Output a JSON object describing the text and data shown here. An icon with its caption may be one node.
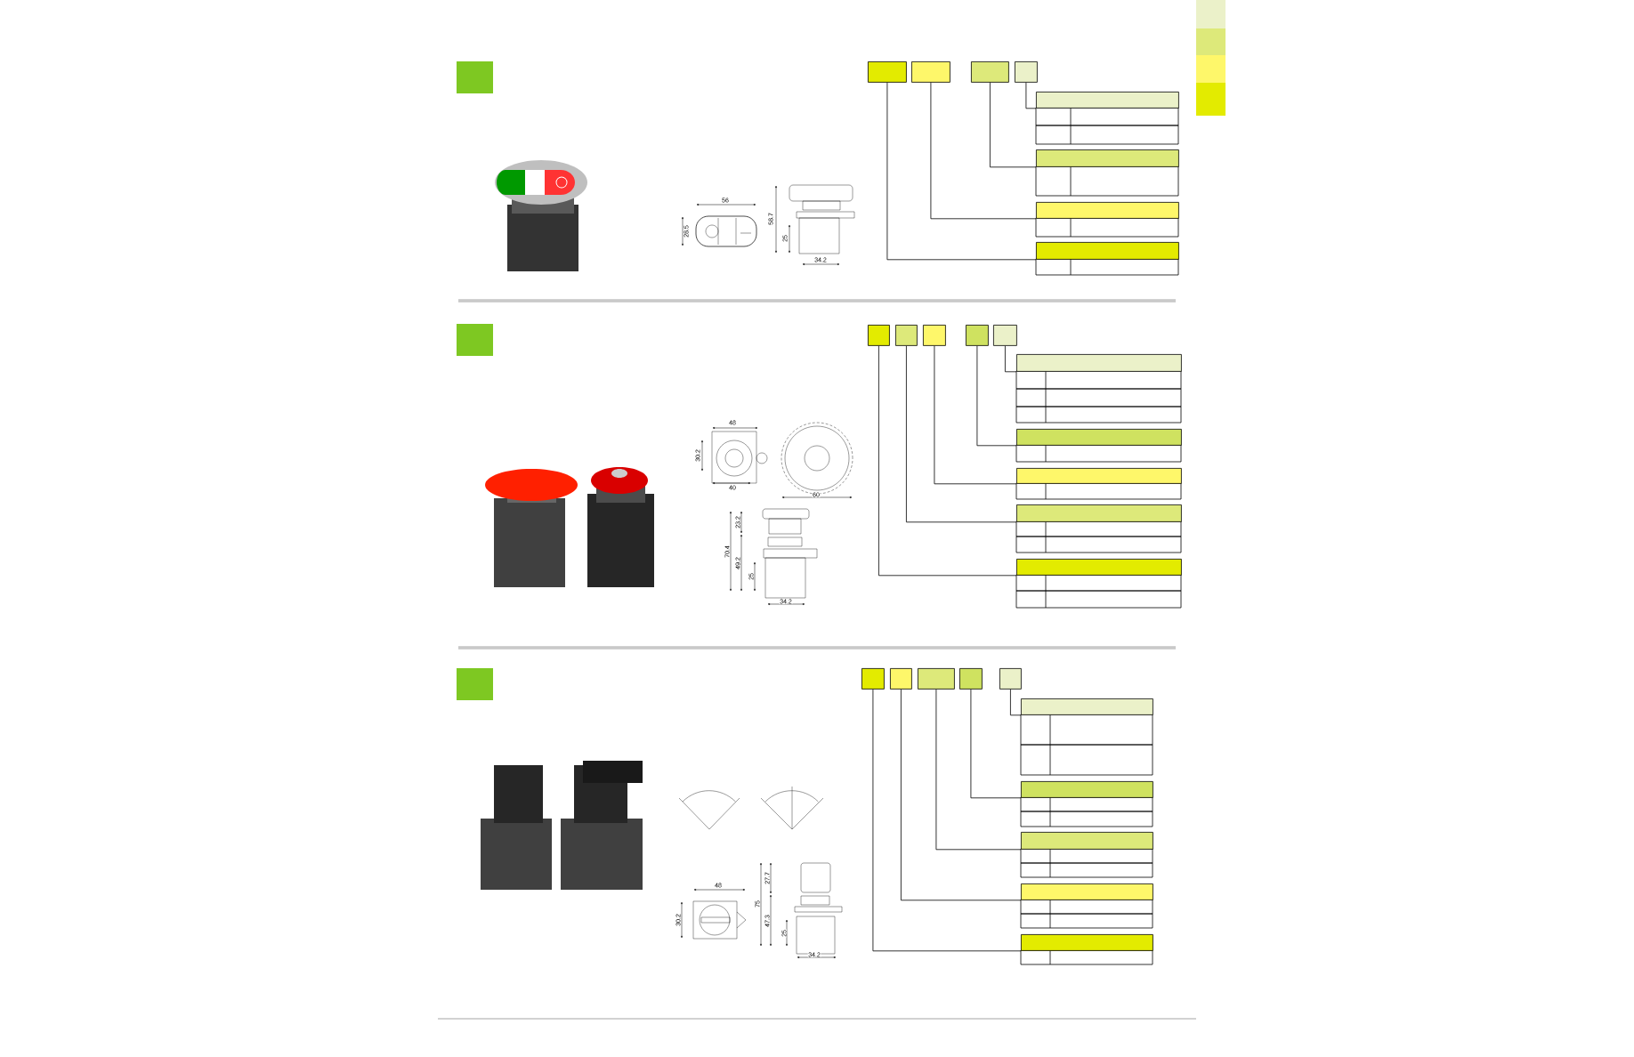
{
  "diagram": {
    "nodes": [
      {
        "text": [],
        "shape": "box"
      },
      {
        "text": [],
        "shape": "box"
      },
      {
        "text": [],
        "shape": "box"
      },
      {
        "text": [],
        "shape": "box"
      },
      {
        "text": [],
        "shape": "box"
      },
      {
        "text": [],
        "shape": "box"
      },
      {
        "text": [],
        "shape": "box"
      },
      {
        "text": [],
        "shape": "box"
      },
      {
        "text": [],
        "shape": "box"
      },
      {
        "text": [],
        "shape": "box"
      },
      {
        "text": [],
        "shape": "box"
      },
      {
        "text": [],
        "shape": "box"
      },
      {
        "text": [],
        "shape": "box"
      },
      {
        "text": [],
        "shape": "box"
      },
      {
        "text": [],
        "shape": "box"
      },
      {
        "text": [],
        "shape": "box"
      },
      {
        "text": [],
        "shape": "box"
      },
      {
        "text": [],
        "shape": "box"
      },
      {
        "text": [],
        "shape": "box"
      },
      {
        "text": [],
        "shape": "box"
      },
      {
        "text": [],
        "shape": "box"
      },
      {
        "text": [],
        "shape": "box"
      },
      {
        "text": [],
        "shape": "box"
      },
      {
        "text": [],
        "shape": "box"
      },
      {
        "text": [],
        "shape": "box"
      },
      {
        "text": [],
        "shape": "box"
      },
      {
        "text": [],
        "shape": "box"
      },
      {
        "text": [],
        "shape": "box"
      }
    ],
    "edges": [
      {
        "from": 3,
        "to": 4,
        "arrow": "none"
      },
      {
        "from": 2,
        "to": 5,
        "arrow": "none"
      },
      {
        "from": 1,
        "to": 6,
        "arrow": "none"
      },
      {
        "from": 0,
        "to": 7,
        "arrow": "none"
      },
      {
        "from": 12,
        "to": 13,
        "arrow": "none"
      },
      {
        "from": 11,
        "to": 14,
        "arrow": "none"
      },
      {
        "from": 10,
        "to": 15,
        "arrow": "none"
      },
      {
        "from": 9,
        "to": 16,
        "arrow": "none"
      },
      {
        "from": 8,
        "to": 17,
        "arrow": "none"
      },
      {
        "from": 22,
        "to": 23,
        "arrow": "none"
      },
      {
        "from": 21,
        "to": 24,
        "arrow": "none"
      },
      {
        "from": 20,
        "to": 25,
        "arrow": "none"
      },
      {
        "from": 19,
        "to": 26,
        "arrow": "none"
      },
      {
        "from": 18,
        "to": 27,
        "arrow": "none"
      }
    ],
    "labels": [
      "56",
      "28.5",
      "58.7",
      "25",
      "34.2",
      "48",
      "30.2",
      "40",
      "60",
      "23.2",
      "70.4",
      "49.2",
      "25",
      "34.2",
      "48",
      "30.2",
      "27.7",
      "75",
      "47.3",
      "25",
      "34.2"
    ]
  }
}
